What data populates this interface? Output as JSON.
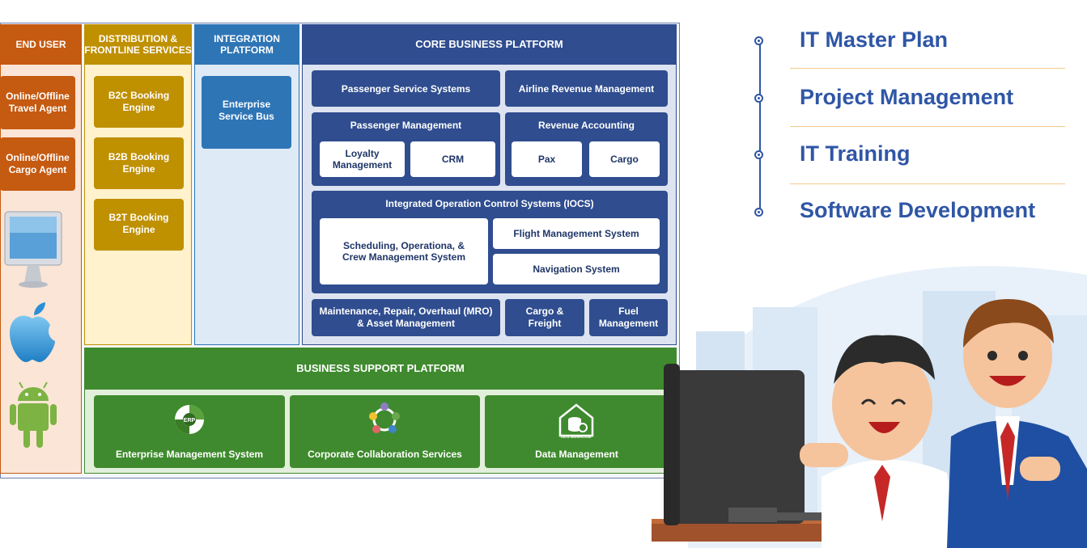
{
  "diagram": {
    "columns": {
      "end_user": {
        "title": "END USER",
        "items": [
          "Online/Offline\nTravel Agent",
          "Online/Offline\nCargo Agent"
        ]
      },
      "distribution": {
        "title": "DISTRIBUTION &\nFRONTLINE SERVICES",
        "items": [
          "B2C Booking\nEngine",
          "B2B Booking\nEngine",
          "B2T Booking\nEngine"
        ]
      },
      "integration": {
        "title": "INTEGRATION\nPLATFORM",
        "item": "Enterprise\nService Bus"
      },
      "core": {
        "title": "CORE BUSINESS PLATFORM",
        "passenger_service_systems": "Passenger Service Systems",
        "airline_revenue_management": "Airline Revenue Management",
        "passenger_management": {
          "title": "Passenger Management",
          "loyalty": "Loyalty\nManagement",
          "crm": "CRM"
        },
        "revenue_accounting": {
          "title": "Revenue Accounting",
          "pax": "Pax",
          "cargo": "Cargo"
        },
        "iocs": {
          "title": "Integrated Operation Control Systems (IOCS)",
          "scheduling": "Scheduling, Operationa, &\nCrew Management System",
          "flight_mgmt": "Flight Management System",
          "navigation": "Navigation System"
        },
        "mro": "Maintenance, Repair, Overhaul (MRO)\n& Asset Management",
        "cargo_freight": "Cargo &\nFreight",
        "fuel": "Fuel\nManagement"
      }
    },
    "business_support": {
      "title": "BUSINESS SUPPORT PLATFORM",
      "tiles": [
        {
          "label": "Enterprise Management System",
          "icon": "erp-icon",
          "icon_text": "ERP"
        },
        {
          "label": "Corporate Collaboration Services",
          "icon": "collaboration-icon"
        },
        {
          "label": "Data Management",
          "icon": "data-warehouse-icon",
          "icon_text": "DATA WAREHOUSE"
        }
      ]
    },
    "device_icons": [
      "monitor-icon",
      "apple-icon",
      "android-icon"
    ]
  },
  "services_menu": {
    "items": [
      "IT Master Plan",
      "Project Management",
      "IT Training",
      "Software Development"
    ],
    "accent_color": "#2f56a6",
    "rule_color": "#f1c98a"
  },
  "colors": {
    "end_user": "#c55a11",
    "distribution": "#bf9000",
    "integration_blue": "#2e75b6",
    "core_navy": "#2f4d8f",
    "support_green": "#3f8a2e"
  }
}
